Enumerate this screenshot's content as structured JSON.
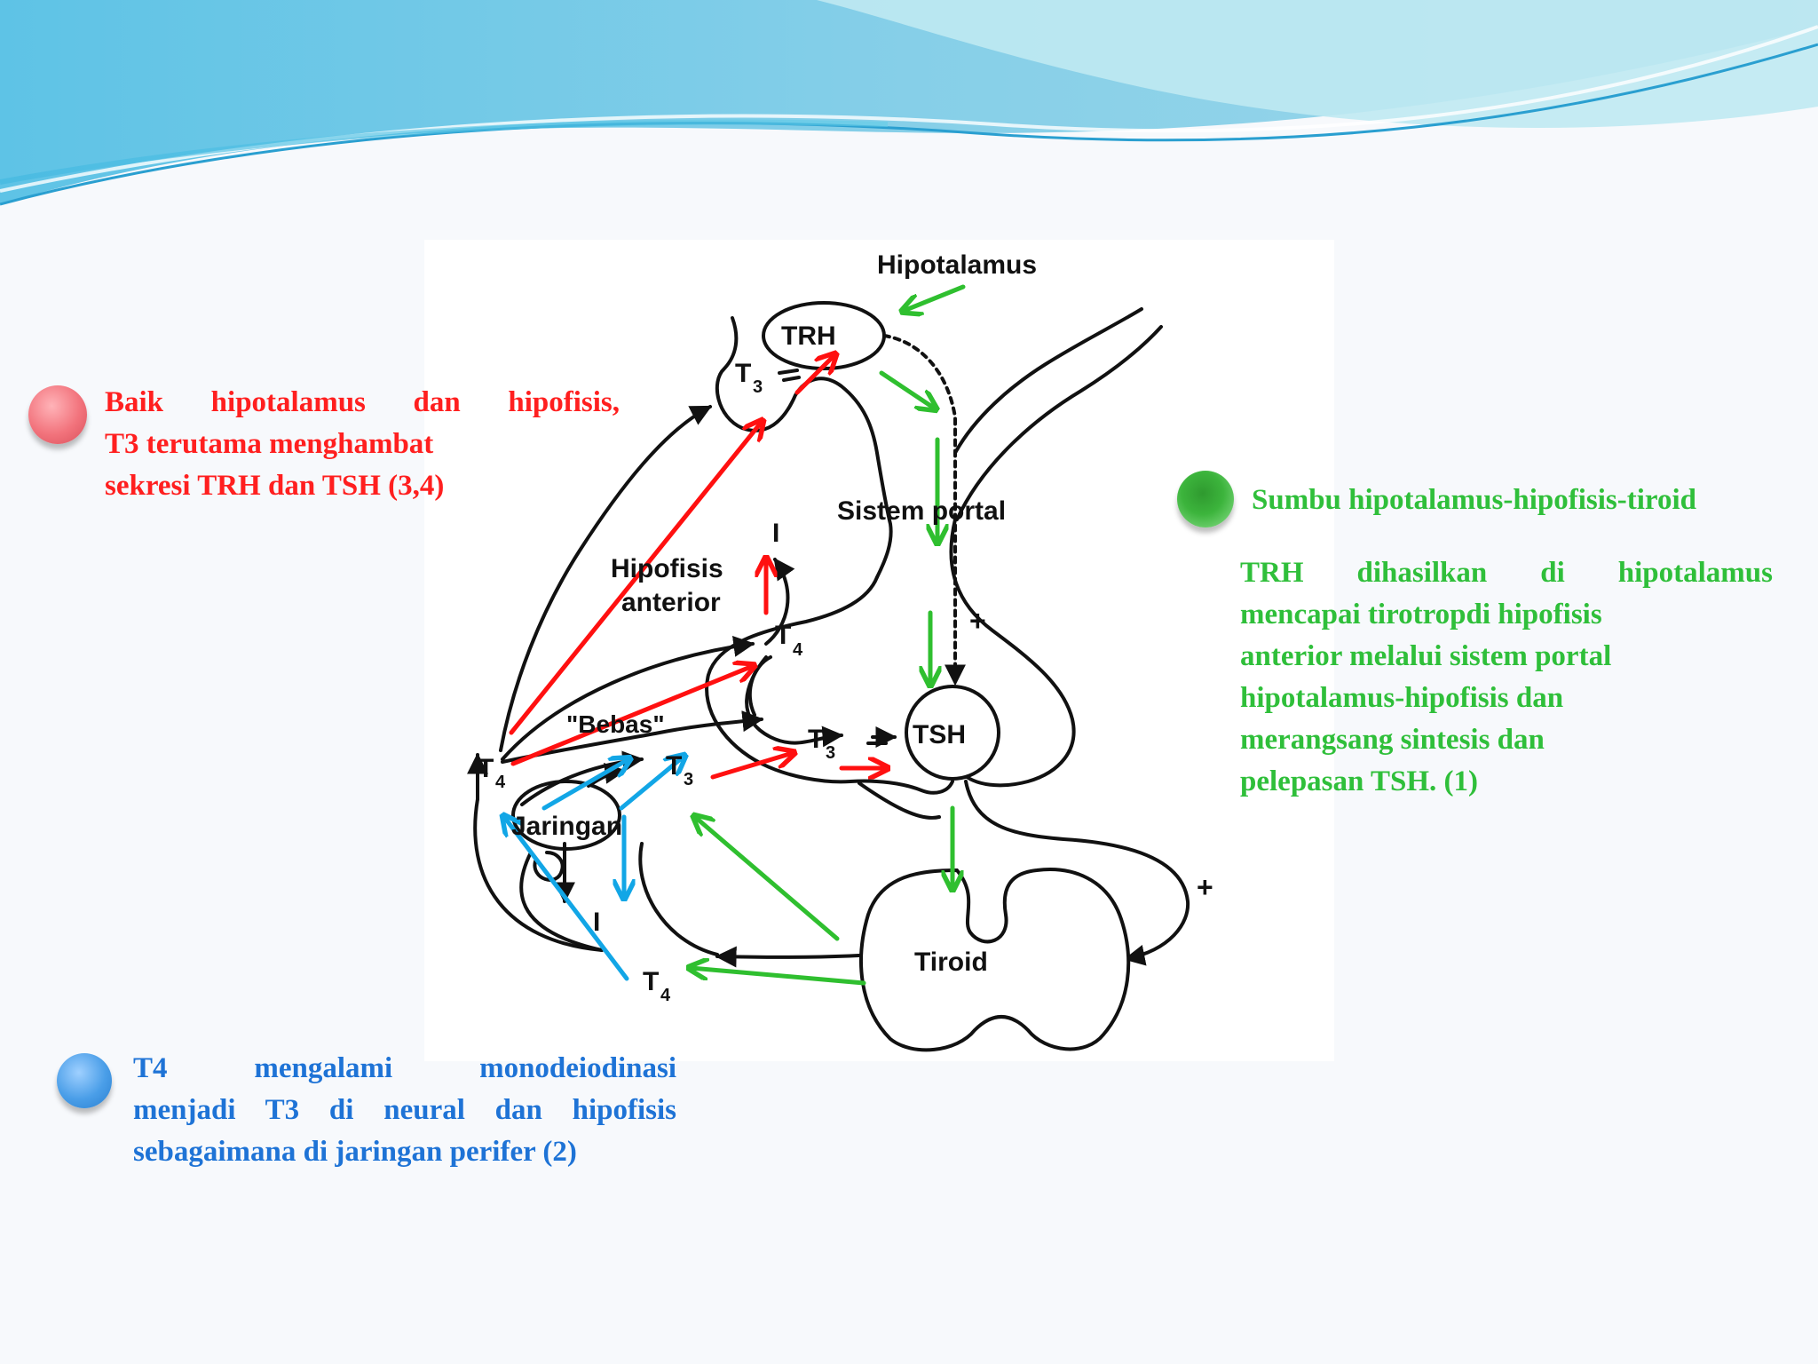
{
  "diagram": {
    "labels": {
      "hipotalamus": "Hipotalamus",
      "trh": "TRH",
      "t3_top": "T",
      "t3_top_sub": "3",
      "sistem_portal": "Sistem portal",
      "hipofisis": "Hipofisis",
      "anterior": "anterior",
      "t4_pit": "T",
      "t4_pit_sub": "4",
      "bebas": "\"Bebas\"",
      "t3_mid": "T",
      "t3_mid_sub": "3",
      "t3_tsh": "T",
      "t3_tsh_sub": "3",
      "tsh": "TSH",
      "t4_left": "T",
      "t4_left_sub": "4",
      "jaringan": "Jaringan",
      "t4_bottom": "T",
      "t4_bottom_sub": "4",
      "tiroid": "Tiroid",
      "plus_portal": "+",
      "plus_right": "+",
      "deiod_pit": "I",
      "deiod_tissue": "I"
    },
    "colors": {
      "red": "#ff1010",
      "green": "#2fbf2f",
      "blue": "#12a6e6",
      "black": "#111111"
    }
  },
  "notes": {
    "red": {
      "line1": "Baik hipotalamus dan hipofisis,",
      "line2": "T3 terutama menghambat",
      "line3": "sekresi TRH dan TSH (3,4)",
      "color": "#ff1f1f"
    },
    "green": {
      "title": "Sumbu hipotalamus-hipofisis-tiroid",
      "line1": "TRH dihasilkan di hipotalamus",
      "line2": "mencapai tirotropdi hipofisis",
      "line3": "anterior melalui sistem portal",
      "line4": "hipotalamus-hipofisis dan",
      "line5": "merangsang sintesis dan",
      "line6": "pelepasan TSH. (1)",
      "color": "#2fbf3a"
    },
    "blue": {
      "line1": "T4 mengalami monodeiodinasi",
      "line2": "menjadi T3 di neural dan hipofisis",
      "line3": "sebagaimana di jaringan perifer (2)",
      "color": "#1e73d6"
    }
  }
}
